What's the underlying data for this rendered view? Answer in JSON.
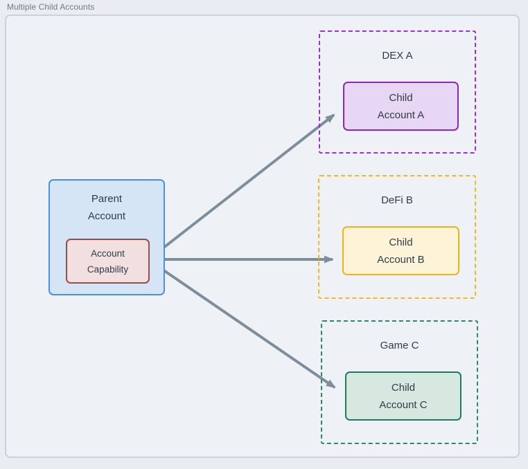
{
  "title": "Multiple Child Accounts",
  "diagram": {
    "parent": {
      "label": "Parent\nAccount",
      "capability_label": "Account\nCapability",
      "fill": "#d5e5f6",
      "border": "#4a90e2",
      "capability_fill": "#f2dfe0",
      "capability_border": "#9d4b46"
    },
    "groups": [
      {
        "name": "DEX A",
        "child_label": "Child\nAccount A",
        "accent_color": "#9a2fd6",
        "child_fill": "#e8d6f5",
        "child_border": "#8e24c8"
      },
      {
        "name": "DeFi B",
        "child_label": "Child\nAccount B",
        "accent_color": "#f5b91e",
        "child_fill": "#fdf3d6",
        "child_border": "#f0b315"
      },
      {
        "name": "Game C",
        "child_label": "Child\nAccount C",
        "accent_color": "#2c8a68",
        "child_fill": "#d6e8e0",
        "child_border": "#21795c"
      }
    ],
    "arrow_color": "#7e8d9b"
  }
}
